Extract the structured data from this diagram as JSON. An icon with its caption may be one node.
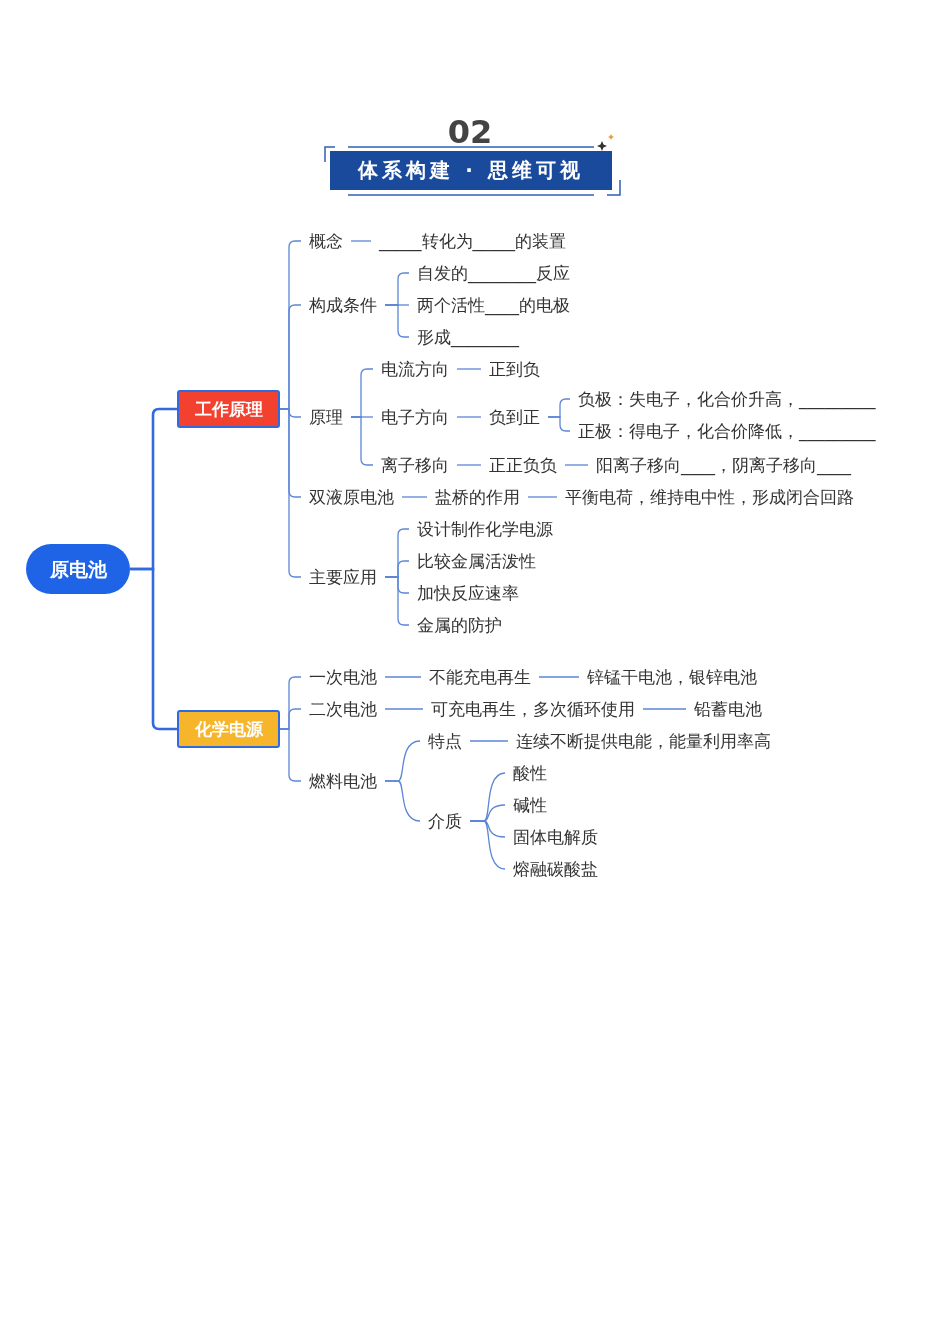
{
  "diagram": {
    "title": "体系构建 · 思维可视",
    "nodes": [
      {
        "text": [
          "原电池"
        ]
      },
      {
        "text": [
          "工作原理"
        ]
      },
      {
        "text": [
          "概念"
        ]
      },
      {
        "text": [
          "_____转化为_____的装置"
        ]
      },
      {
        "text": [
          "构成条件"
        ]
      },
      {
        "text": [
          "自发的________反应"
        ]
      },
      {
        "text": [
          "两个活性____的电极"
        ]
      },
      {
        "text": [
          "形成________"
        ]
      },
      {
        "text": [
          "原理"
        ]
      },
      {
        "text": [
          "电流方向"
        ]
      },
      {
        "text": [
          "正到负"
        ]
      },
      {
        "text": [
          "电子方向"
        ]
      },
      {
        "text": [
          "负到正"
        ]
      },
      {
        "text": [
          "负极：失电子，化合价升高，_________"
        ]
      },
      {
        "text": [
          "正极：得电子，化合价降低，_________"
        ]
      },
      {
        "text": [
          "离子移向"
        ]
      },
      {
        "text": [
          "正正负负"
        ]
      },
      {
        "text": [
          "阳离子移向____，阴离子移向____"
        ]
      },
      {
        "text": [
          "双液原电池"
        ]
      },
      {
        "text": [
          "盐桥的作用"
        ]
      },
      {
        "text": [
          "平衡电荷，维持电中性，形成闭合回路"
        ]
      },
      {
        "text": [
          "主要应用"
        ]
      },
      {
        "text": [
          "设计制作化学电源"
        ]
      },
      {
        "text": [
          "比较金属活泼性"
        ]
      },
      {
        "text": [
          "加快反应速率"
        ]
      },
      {
        "text": [
          "金属的防护"
        ]
      },
      {
        "text": [
          "化学电源"
        ]
      },
      {
        "text": [
          "一次电池"
        ]
      },
      {
        "text": [
          "不能充电再生"
        ]
      },
      {
        "text": [
          "锌锰干电池，银锌电池"
        ]
      },
      {
        "text": [
          "二次电池"
        ]
      },
      {
        "text": [
          "可充电再生，多次循环使用"
        ]
      },
      {
        "text": [
          "铅蓄电池"
        ]
      },
      {
        "text": [
          "燃料电池"
        ]
      },
      {
        "text": [
          "特点"
        ]
      },
      {
        "text": [
          "连续不断提供电能，能量利用率高"
        ]
      },
      {
        "text": [
          "介质"
        ]
      },
      {
        "text": [
          "酸性"
        ]
      },
      {
        "text": [
          "碱性"
        ]
      },
      {
        "text": [
          "固体电解质"
        ]
      },
      {
        "text": [
          "熔融碳酸盐"
        ]
      }
    ],
    "edges": [
      {
        "from": 0,
        "to": 1,
        "arrow": "none",
        "color": "#2f6ae0"
      },
      {
        "from": 0,
        "to": 26,
        "arrow": "none",
        "color": "#2f6ae0"
      },
      {
        "from": 1,
        "to": 2,
        "arrow": "none"
      },
      {
        "from": 2,
        "to": 3,
        "arrow": "none"
      },
      {
        "from": 1,
        "to": 4,
        "arrow": "none"
      },
      {
        "from": 4,
        "to": 5,
        "arrow": "none"
      },
      {
        "from": 4,
        "to": 6,
        "arrow": "none"
      },
      {
        "from": 4,
        "to": 7,
        "arrow": "none"
      },
      {
        "from": 1,
        "to": 8,
        "arrow": "none"
      },
      {
        "from": 8,
        "to": 9,
        "arrow": "none"
      },
      {
        "from": 9,
        "to": 10,
        "arrow": "none"
      },
      {
        "from": 8,
        "to": 11,
        "arrow": "none"
      },
      {
        "from": 11,
        "to": 12,
        "arrow": "none"
      },
      {
        "from": 12,
        "to": 13,
        "arrow": "none"
      },
      {
        "from": 12,
        "to": 14,
        "arrow": "none"
      },
      {
        "from": 8,
        "to": 15,
        "arrow": "none"
      },
      {
        "from": 15,
        "to": 16,
        "arrow": "none"
      },
      {
        "from": 16,
        "to": 17,
        "arrow": "none"
      },
      {
        "from": 1,
        "to": 18,
        "arrow": "none"
      },
      {
        "from": 18,
        "to": 19,
        "arrow": "none"
      },
      {
        "from": 19,
        "to": 20,
        "arrow": "none"
      },
      {
        "from": 1,
        "to": 21,
        "arrow": "none"
      },
      {
        "from": 21,
        "to": 22,
        "arrow": "none"
      },
      {
        "from": 21,
        "to": 23,
        "arrow": "none"
      },
      {
        "from": 21,
        "to": 24,
        "arrow": "none"
      },
      {
        "from": 21,
        "to": 25,
        "arrow": "none"
      },
      {
        "from": 26,
        "to": 27,
        "arrow": "none"
      },
      {
        "from": 27,
        "to": 28,
        "arrow": "none"
      },
      {
        "from": 28,
        "to": 29,
        "arrow": "none"
      },
      {
        "from": 26,
        "to": 30,
        "arrow": "none"
      },
      {
        "from": 30,
        "to": 31,
        "arrow": "none"
      },
      {
        "from": 31,
        "to": 32,
        "arrow": "none"
      },
      {
        "from": 26,
        "to": 33,
        "arrow": "none"
      },
      {
        "from": 33,
        "to": 34,
        "arrow": "none"
      },
      {
        "from": 34,
        "to": 35,
        "arrow": "none"
      },
      {
        "from": 33,
        "to": 36,
        "arrow": "none"
      },
      {
        "from": 36,
        "to": 37,
        "arrow": "none"
      },
      {
        "from": 36,
        "to": 38,
        "arrow": "none"
      },
      {
        "from": 36,
        "to": 39,
        "arrow": "none"
      },
      {
        "from": 36,
        "to": 40,
        "arrow": "none"
      }
    ],
    "labels": [
      "02"
    ]
  }
}
